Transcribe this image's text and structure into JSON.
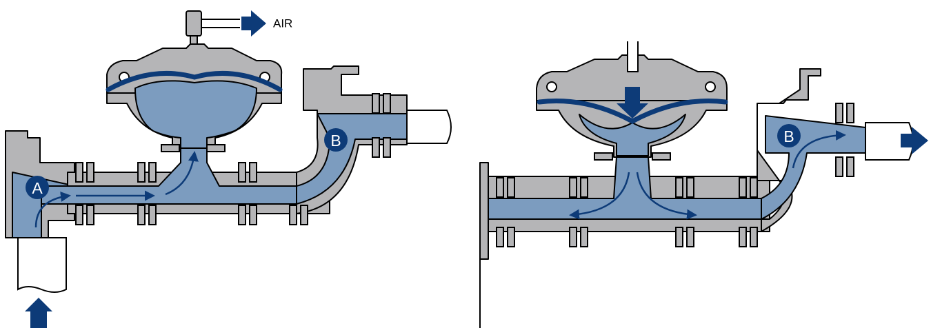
{
  "figure": {
    "left_panel": {
      "labels": [
        "A",
        "B"
      ],
      "air_label": "AIR"
    },
    "right_panel": {
      "labels": [
        "B"
      ]
    },
    "colors": {
      "fluid": "#7c9cbf",
      "metal": "#b5b5b7",
      "accent": "#0d3b78",
      "outline": "#000000"
    },
    "icons": [
      "air-outlet-arrow-icon",
      "inlet-arrow-icon",
      "diaphragm-push-arrow-icon",
      "outlet-arrow-icon",
      "flow-arrow-icon"
    ]
  }
}
